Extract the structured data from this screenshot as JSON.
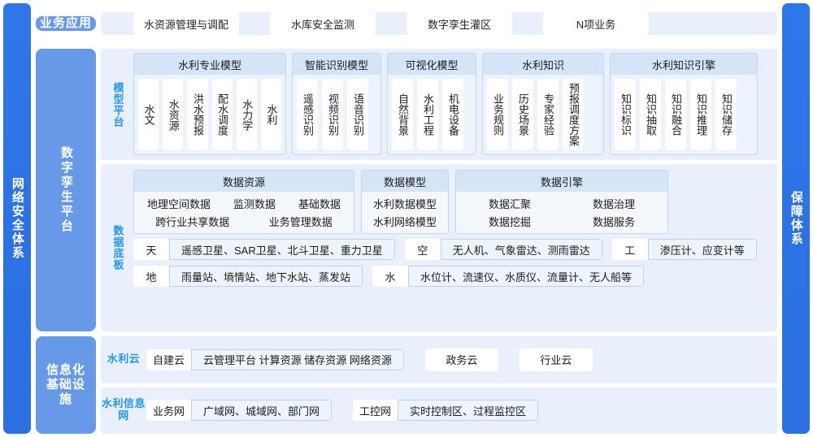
{
  "left_pillar": {
    "label": "网络安全体系"
  },
  "right_pillar": {
    "label": "保障体系"
  },
  "layers": {
    "business": {
      "label": "业务应用",
      "items": [
        {
          "label": "水资源管理与调配"
        },
        {
          "label": "水库安全监测"
        },
        {
          "label": "数字孪生灌区"
        },
        {
          "label": "N项业务"
        }
      ]
    },
    "twin": {
      "label": "数字孪生平台",
      "model_platform": {
        "label": "模型平台",
        "groups": [
          {
            "title": "水利专业模型",
            "items": [
              "水文",
              "水资源",
              "洪水预报",
              "配水调度",
              "水力学",
              "水利"
            ]
          },
          {
            "title": "智能识别模型",
            "items": [
              "遥感识别",
              "视频识别",
              "语音识别"
            ]
          },
          {
            "title": "可视化模型",
            "items": [
              "自然背景",
              "水利工程",
              "机电设备"
            ]
          },
          {
            "title": "水利知识",
            "items": [
              "业务规则",
              "历史场景",
              "专家经验",
              "预报调度方案"
            ]
          },
          {
            "title": "水利知识引擎",
            "items": [
              "知识标识",
              "知识抽取",
              "知识融合",
              "知识推理",
              "知识储存"
            ]
          }
        ]
      },
      "data_board": {
        "label": "数据底板",
        "groups": [
          {
            "title": "数据资源",
            "rows": [
              [
                "地理空间数据",
                "监测数据",
                "基础数据"
              ],
              [
                "跨行业共享数据",
                "业务管理数据"
              ]
            ]
          },
          {
            "title": "数据模型",
            "rows": [
              [
                "水利数据模型"
              ],
              [
                "水利网络模型"
              ]
            ]
          },
          {
            "title": "数据引擎",
            "rows": [
              [
                "数据汇聚",
                "数据治理"
              ],
              [
                "数据挖掘",
                "数据服务"
              ]
            ]
          }
        ],
        "sensor_rows": [
          [
            {
              "key": "天",
              "value": "遥感卫星、SAR卫星、北斗卫星、重力卫星"
            },
            {
              "key": "空",
              "value": "无人机、气象雷达、测雨雷达"
            },
            {
              "key": "工",
              "value": "渗压计、应变计等"
            }
          ],
          [
            {
              "key": "地",
              "value": "雨量站、墒情站、地下水站、蒸发站"
            },
            {
              "key": "水",
              "value": "水位计、流速仪、水质仪、流量计、无人船等"
            }
          ]
        ]
      }
    },
    "infra": {
      "label": "信息化基础设施",
      "rows": [
        {
          "label": "水利云",
          "items": [
            {
              "key": "自建云",
              "value": "云管理平台 计算资源 储存资源 网络资源"
            },
            {
              "plain": "政务云"
            },
            {
              "plain": "行业云"
            }
          ]
        },
        {
          "label": "水利信息网",
          "items": [
            {
              "key": "业务网",
              "value": "广域网、城域网、部门网"
            },
            {
              "key": "工控网",
              "value": "实时控制区、过程监控区"
            }
          ]
        }
      ]
    }
  },
  "colors": {
    "pillar_blue": "#2f76e8",
    "layer_label_blue": "#6699e8",
    "panel_bg": "#eaf0fb",
    "group_title_bg": "#d6e4f7",
    "group_border": "#c3d6f2",
    "accent_text": "#2196f3"
  }
}
